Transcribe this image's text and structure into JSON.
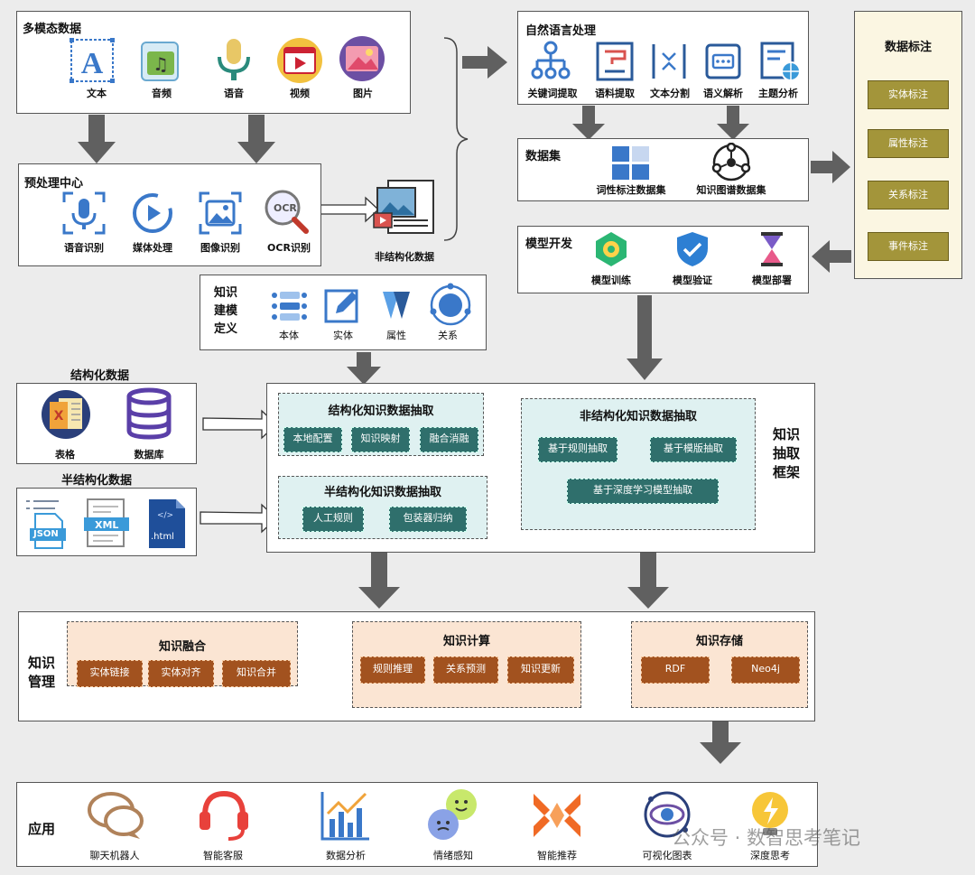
{
  "multimodal": {
    "title": "多模态数据",
    "items": [
      "文本",
      "音频",
      "语音",
      "视频",
      "图片"
    ]
  },
  "preprocess": {
    "title": "预处理中心",
    "items": [
      "语音识别",
      "媒体处理",
      "图像识别",
      "OCR识别"
    ],
    "ocr_text": "OCR"
  },
  "unstructured_label": "非结构化数据",
  "nlp": {
    "title": "自然语言处理",
    "items": [
      "关键词提取",
      "语料提取",
      "文本分割",
      "语义解析",
      "主题分析"
    ]
  },
  "dataset": {
    "title": "数据集",
    "items": [
      "词性标注数据集",
      "知识图谱数据集"
    ]
  },
  "annotation": {
    "title": "数据标注",
    "items": [
      "实体标注",
      "属性标注",
      "关系标注",
      "事件标注"
    ]
  },
  "model": {
    "title": "模型开发",
    "items": [
      "模型训练",
      "模型验证",
      "模型部署"
    ]
  },
  "kmodel": {
    "title": "知识\n建模\n定义",
    "items": [
      "本体",
      "实体",
      "属性",
      "关系"
    ]
  },
  "structured": {
    "title": "结构化数据",
    "items": [
      "表格",
      "数据库"
    ]
  },
  "semistructured": {
    "title": "半结构化数据",
    "items": [
      "JSON",
      "XML",
      ".html"
    ]
  },
  "extraction": {
    "side_title": "知识\n抽取\n框架",
    "structured": {
      "title": "结构化知识数据抽取",
      "items": [
        "本地配置",
        "知识映射",
        "融合消融"
      ]
    },
    "semi": {
      "title": "半结构化知识数据抽取",
      "items": [
        "人工规则",
        "包装器归纳"
      ]
    },
    "unstructured": {
      "title": "非结构化知识数据抽取",
      "items": [
        "基于规则抽取",
        "基于模版抽取",
        "基于深度学习模型抽取"
      ]
    }
  },
  "management": {
    "side_title": "知识\n管理",
    "fusion": {
      "title": "知识融合",
      "items": [
        "实体链接",
        "实体对齐",
        "知识合并"
      ]
    },
    "compute": {
      "title": "知识计算",
      "items": [
        "规则推理",
        "关系预测",
        "知识更新"
      ]
    },
    "storage": {
      "title": "知识存储",
      "items": [
        "RDF",
        "Neo4j"
      ]
    }
  },
  "apps": {
    "title": "应用",
    "items": [
      "聊天机器人",
      "智能客服",
      "数据分析",
      "情绪感知",
      "智能推荐",
      "可视化图表",
      "深度思考"
    ]
  },
  "watermark": "公众号 · 数智思考笔记",
  "colors": {
    "blue": "#3a78c9",
    "teal": "#2f6f6c",
    "brown": "#a2521f",
    "gold": "#a3953a",
    "arrow": "#606060"
  }
}
